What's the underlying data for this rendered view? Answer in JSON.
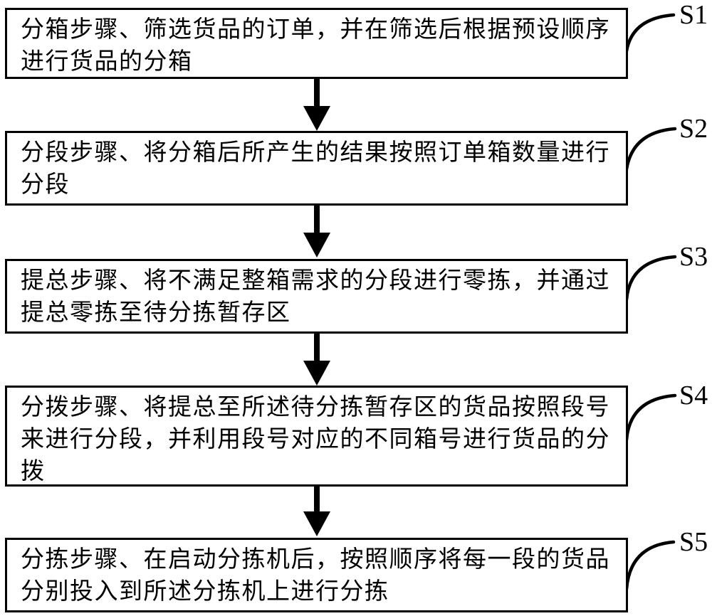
{
  "figure_type": "flowchart",
  "colors": {
    "background": "#ffffff",
    "line": "#000000",
    "text": "#000000"
  },
  "flow": {
    "steps": [
      {
        "label": "S1",
        "lines": [
          "分箱步骤、筛选货品的订单，并在筛选后根据预设顺序",
          "进行货品的分箱"
        ]
      },
      {
        "label": "S2",
        "lines": [
          "分段步骤、将分箱后所产生的结果按照订单箱数量进行",
          "分段"
        ]
      },
      {
        "label": "S3",
        "lines": [
          "提总步骤、将不满足整箱需求的分段进行零拣，并通过",
          "提总零拣至待分拣暂存区"
        ]
      },
      {
        "label": "S4",
        "lines": [
          "分拨步骤、将提总至所述待分拣暂存区的货品按照段号",
          "来进行分段，并利用段号对应的不同箱号进行货品的分",
          "拨"
        ]
      },
      {
        "label": "S5",
        "lines": [
          "分拣步骤、在启动分拣机后，按照顺序将每一段的货品",
          "分别投入到所述分拣机上进行分拣"
        ]
      }
    ],
    "connections": [
      {
        "from": "S1",
        "to": "S2"
      },
      {
        "from": "S2",
        "to": "S3"
      },
      {
        "from": "S3",
        "to": "S4"
      },
      {
        "from": "S4",
        "to": "S5"
      }
    ]
  }
}
